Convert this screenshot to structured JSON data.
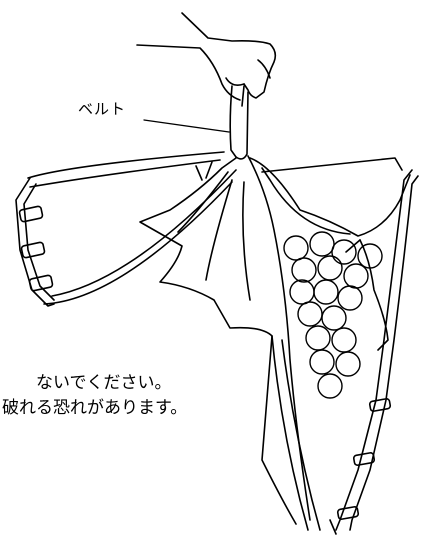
{
  "labels": {
    "belt": "ベルト"
  },
  "warning": {
    "line1": "ないでください。",
    "line2": "破れる恐れがあります。"
  }
}
